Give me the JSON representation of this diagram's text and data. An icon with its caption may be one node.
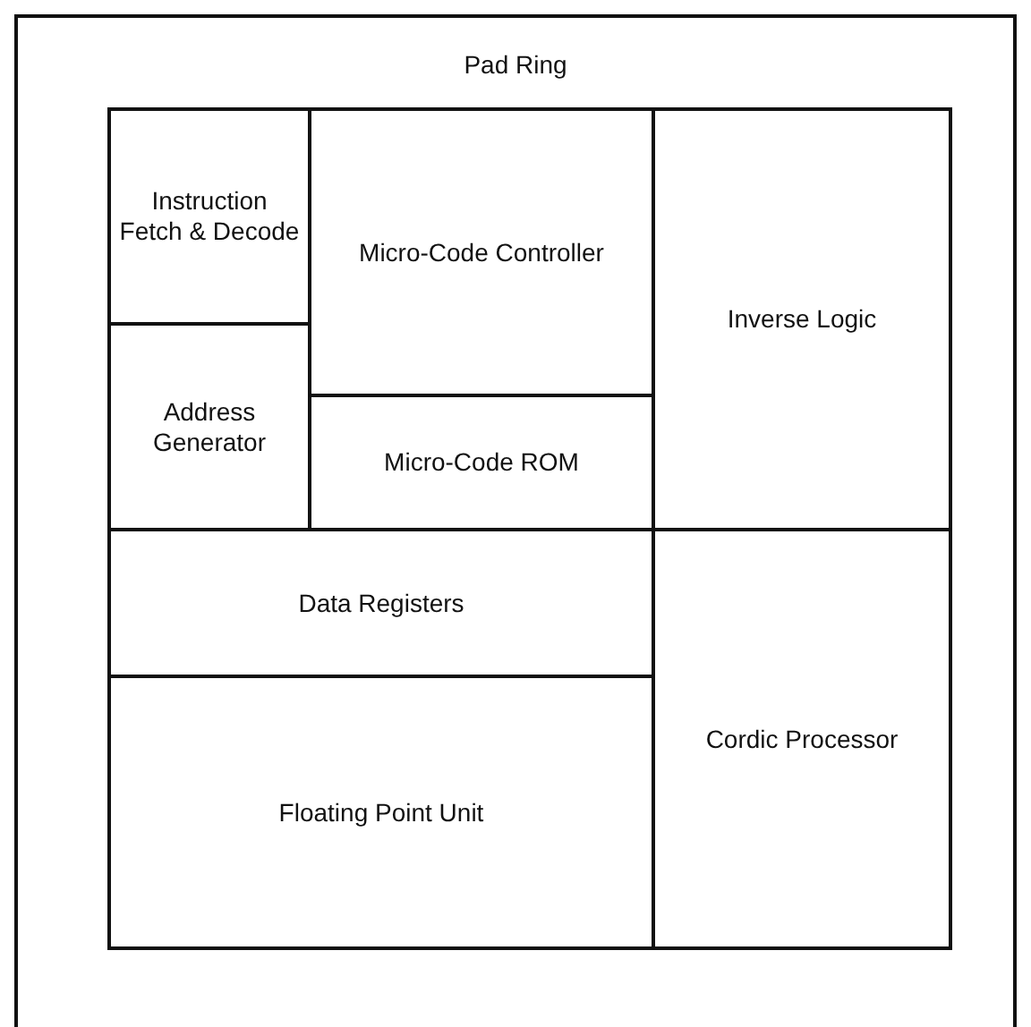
{
  "diagram": {
    "nodes": [
      {
        "text": [
          "Pad Ring"
        ]
      },
      {
        "text": [
          "Instruction Fetch & Decode"
        ],
        "in": 0
      },
      {
        "text": [
          "Micro-Code Controller"
        ],
        "in": 0
      },
      {
        "text": [
          "Inverse Logic"
        ],
        "in": 0
      },
      {
        "text": [
          "Address Generator"
        ],
        "in": 0
      },
      {
        "text": [
          "Micro-Code ROM"
        ],
        "in": 0
      },
      {
        "text": [
          "Data Registers"
        ],
        "in": 0
      },
      {
        "text": [
          "Cordic Processor"
        ],
        "in": 0
      },
      {
        "text": [
          "Floating Point Unit"
        ],
        "in": 0
      }
    ]
  }
}
